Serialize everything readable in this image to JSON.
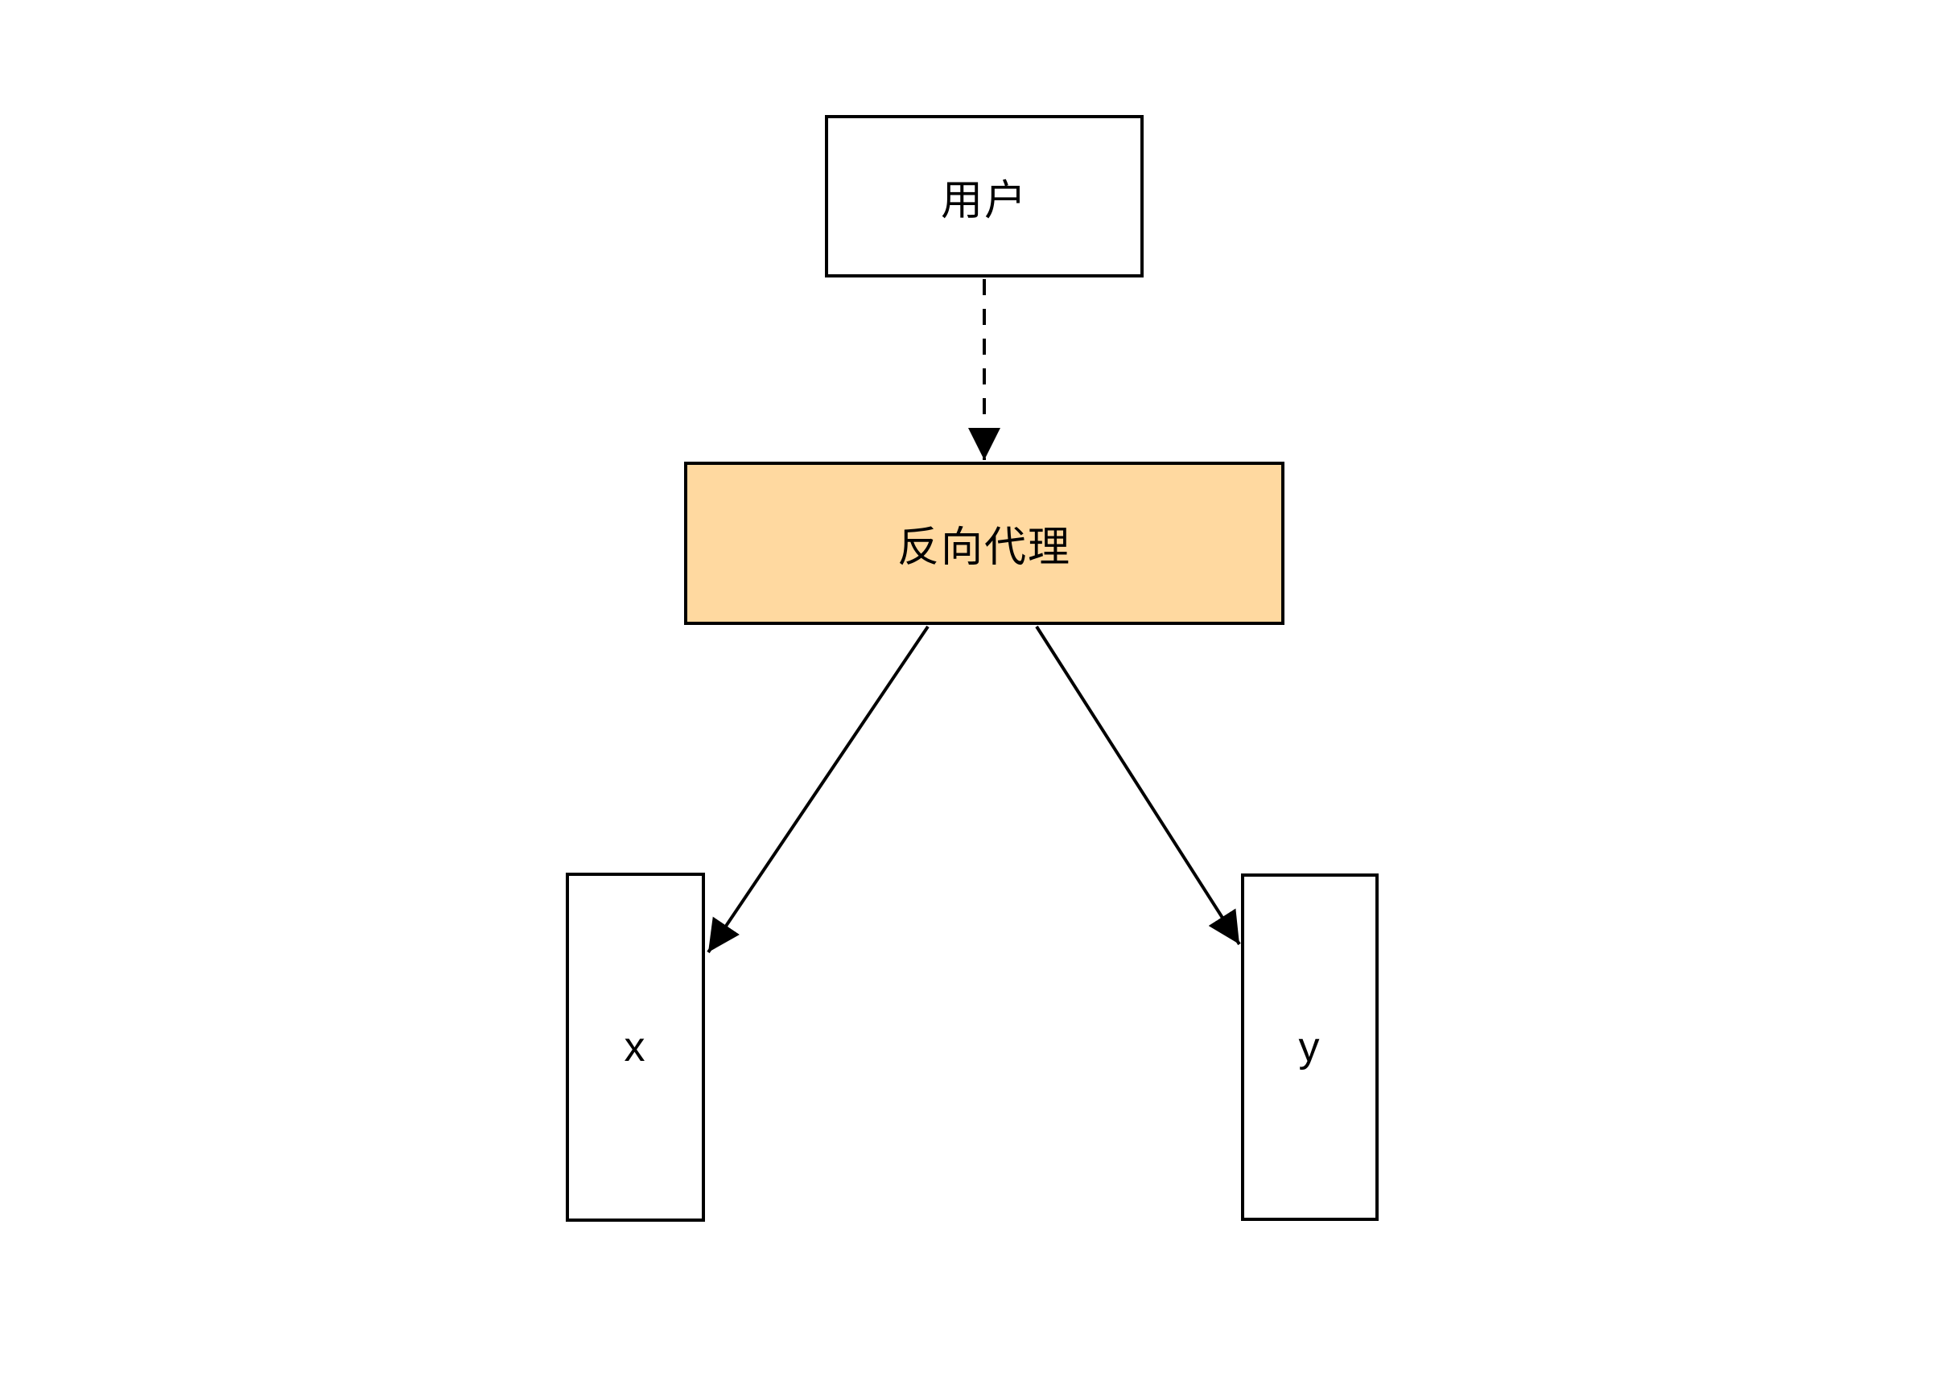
{
  "diagram": {
    "background_color": "#FFFFFF",
    "stroke_color": "#000000",
    "nodes": {
      "user": {
        "label": "用户",
        "fill": "#FFFFFF",
        "border": "#000000",
        "shape": "rectangle"
      },
      "proxy": {
        "label": "反向代理",
        "fill": "#FFD9A0",
        "border": "#000000",
        "shape": "rectangle"
      },
      "server_x": {
        "label": "x",
        "fill": "#FFFFFF",
        "border": "#000000",
        "shape": "rectangle"
      },
      "server_y": {
        "label": "y",
        "fill": "#FFFFFF",
        "border": "#000000",
        "shape": "rectangle"
      }
    },
    "edges": [
      {
        "from": "user",
        "to": "proxy",
        "style": "dashed",
        "arrowhead": "filled-triangle"
      },
      {
        "from": "proxy",
        "to": "server_x",
        "style": "solid",
        "arrowhead": "filled-triangle"
      },
      {
        "from": "proxy",
        "to": "server_y",
        "style": "solid",
        "arrowhead": "filled-triangle"
      }
    ]
  }
}
